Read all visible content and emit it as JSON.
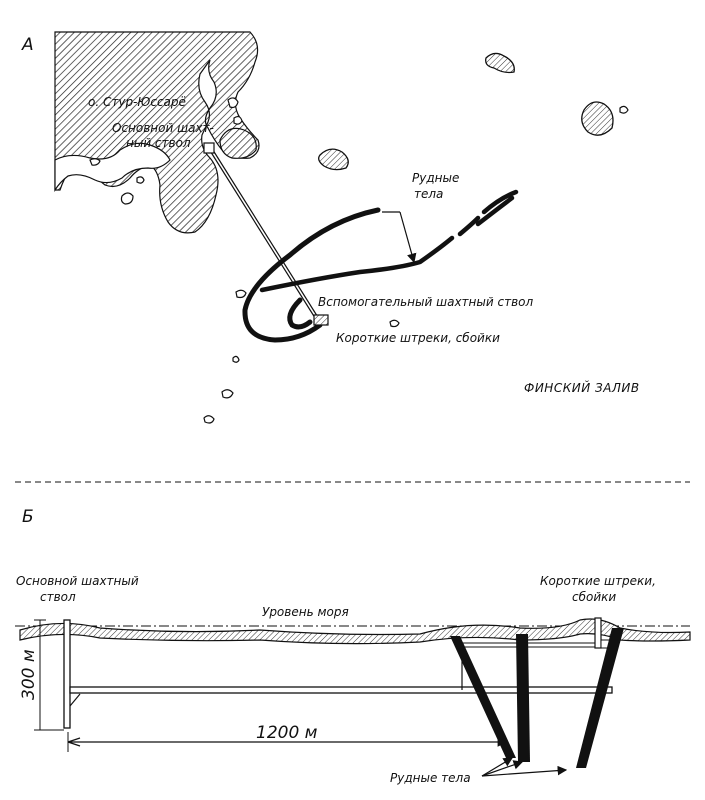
{
  "panel_a": {
    "letter": "А",
    "island_label": "о. Стур-Юссарё",
    "main_shaft_label": [
      "Основной шахт-",
      "ный ствол"
    ],
    "ore_bodies_label": [
      "Рудные",
      "тела"
    ],
    "aux_shaft_label": "Вспомогательный шахтный ствол",
    "drifts_label": "Короткие штреки, сбойки",
    "gulf_label": "ФИНСКИЙ ЗАЛИВ"
  },
  "panel_b": {
    "letter": "Б",
    "main_shaft_label": [
      "Основной шахтный",
      "ствол"
    ],
    "drifts_label": [
      "Короткие штреки,",
      "сбойки"
    ],
    "sea_level_label": "Уровень моря",
    "depth_label": "300 м",
    "distance_label": "1200 м",
    "ore_bodies_label": "Рудные тела"
  }
}
